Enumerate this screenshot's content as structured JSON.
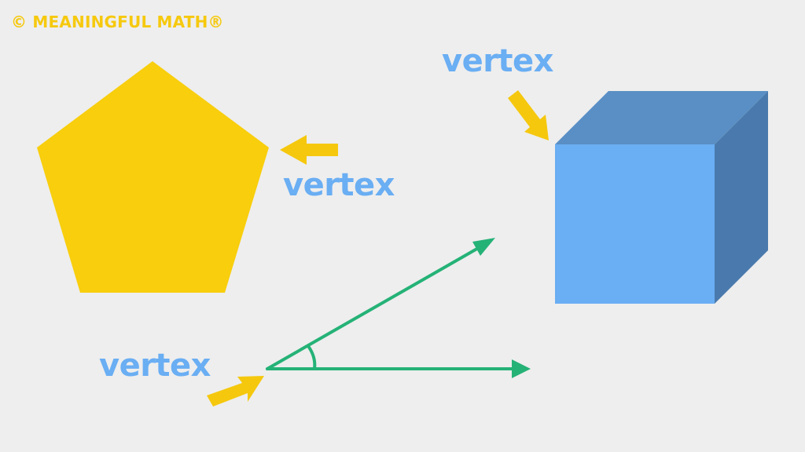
{
  "copyright": "© MEANINGFUL MATH®",
  "labels": {
    "pentagon_vertex": "vertex",
    "cube_vertex": "vertex",
    "angle_vertex": "vertex"
  },
  "colors": {
    "background": "#eeeeee",
    "pentagon": "#f8ce0d",
    "pointer_arrow": "#f5c80e",
    "label_text": "#6aaef3",
    "cube_front": "#6aaef3",
    "cube_top": "#5a8fc5",
    "cube_side": "#4a7aad",
    "angle_rays": "#25b277"
  }
}
